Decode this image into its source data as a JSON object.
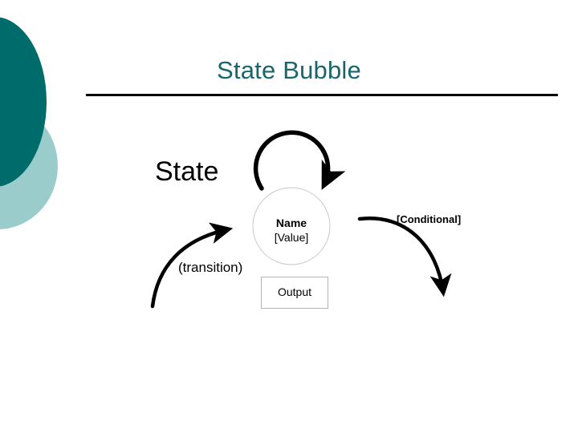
{
  "slide": {
    "title": "State Bubble",
    "title_color": "#18666b",
    "background_color": "#ffffff",
    "rule_color": "#000000"
  },
  "decoration": {
    "dark_circle_color": "#006b6b",
    "light_circle_color": "#9acccc",
    "dark_circle_name": "dark-teal-circle",
    "light_circle_name": "light-teal-circle"
  },
  "diagram": {
    "type": "state-bubble-notation",
    "stroke_color": "#000000",
    "bubble_outline_color": "#c9c9c9",
    "box_outline_color": "#b5b5b5",
    "heading": "State",
    "bubble": {
      "name": "Name",
      "value": "[Value]"
    },
    "output": {
      "label": "Output"
    },
    "incoming": {
      "label": "(transition)"
    },
    "outgoing": {
      "label": "[Conditional]"
    },
    "self_loop": {
      "label": ""
    }
  }
}
